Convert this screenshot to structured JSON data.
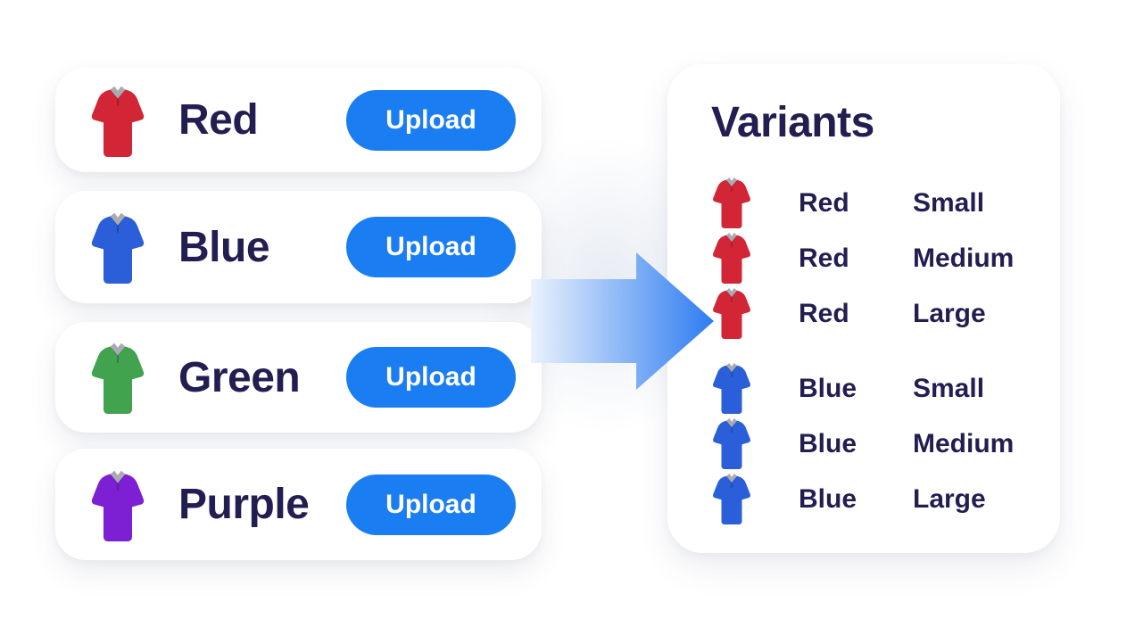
{
  "colors": {
    "accent_blue": "#1a7df2",
    "text_navy": "#231e51",
    "arrow_from": "#eaf2fd",
    "arrow_to": "#2e7cf0",
    "background_wash": "#e7ecf3"
  },
  "shirt_colors": {
    "red": "#d22535",
    "blue": "#2a5fd9",
    "green": "#42a34f",
    "purple": "#7d1fd3"
  },
  "cards": [
    {
      "label": "Red",
      "shirt": "red",
      "button_label": "Upload"
    },
    {
      "label": "Blue",
      "shirt": "blue",
      "button_label": "Upload"
    },
    {
      "label": "Green",
      "shirt": "green",
      "button_label": "Upload"
    },
    {
      "label": "Purple",
      "shirt": "purple",
      "button_label": "Upload"
    }
  ],
  "variants_panel": {
    "title": "Variants",
    "rows": [
      {
        "shirt": "red",
        "color": "Red",
        "size": "Small"
      },
      {
        "shirt": "red",
        "color": "Red",
        "size": "Medium"
      },
      {
        "shirt": "red",
        "color": "Red",
        "size": "Large"
      },
      {
        "shirt": "blue",
        "color": "Blue",
        "size": "Small"
      },
      {
        "shirt": "blue",
        "color": "Blue",
        "size": "Medium"
      },
      {
        "shirt": "blue",
        "color": "Blue",
        "size": "Large"
      }
    ]
  },
  "icons": {
    "shirt": "polo-shirt-icon",
    "arrow": "right-arrow-icon"
  }
}
